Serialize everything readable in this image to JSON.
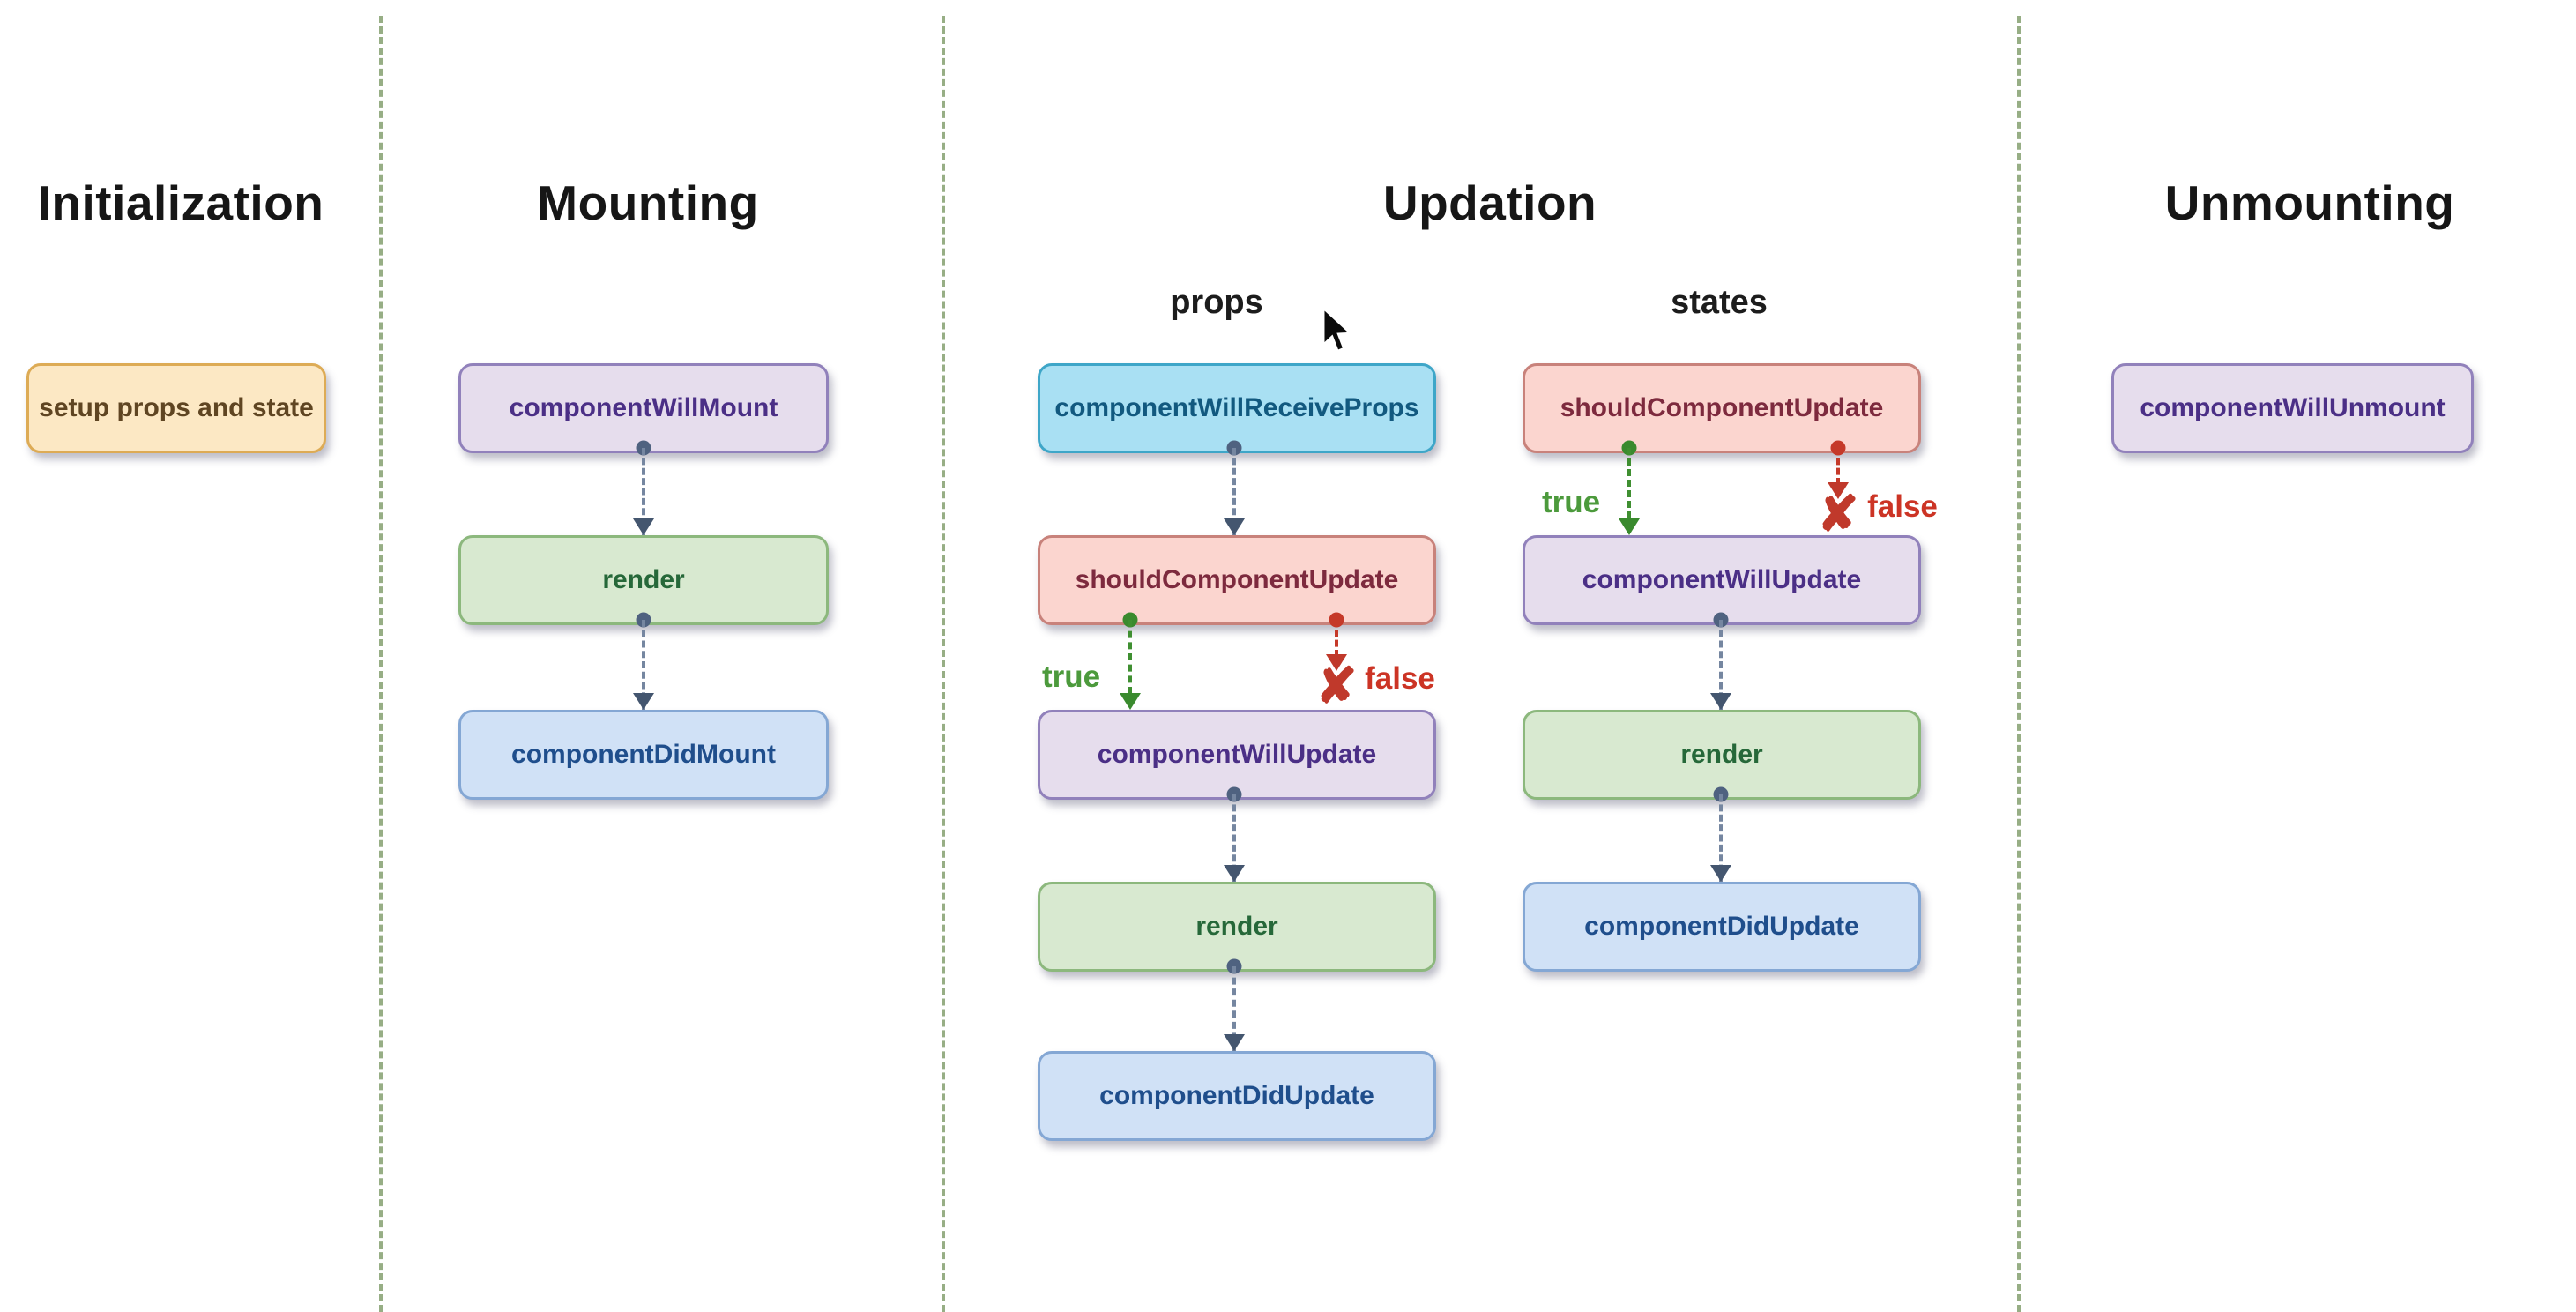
{
  "phases": {
    "initialization": {
      "title": "Initialization"
    },
    "mounting": {
      "title": "Mounting"
    },
    "updation": {
      "title": "Updation",
      "props_label": "props",
      "states_label": "states"
    },
    "unmounting": {
      "title": "Unmounting"
    }
  },
  "nodes": {
    "setup": "setup props and state",
    "componentWillMount": "componentWillMount",
    "render": "render",
    "componentDidMount": "componentDidMount",
    "componentWillReceiveProps": "componentWillReceiveProps",
    "shouldComponentUpdate": "shouldComponentUpdate",
    "componentWillUpdate": "componentWillUpdate",
    "componentDidUpdate": "componentDidUpdate",
    "componentWillUnmount": "componentWillUnmount"
  },
  "branch": {
    "true_label": "true",
    "false_label": "false",
    "x_mark": "✘"
  },
  "colors": {
    "background": "#ffffff",
    "divider_green": "#85a070",
    "node_orange_fill": "#fce8c4",
    "node_orange_border": "#ddab55",
    "node_purple_fill": "#e6dded",
    "node_purple_border": "#9181bb",
    "node_green_fill": "#d8e9d0",
    "node_green_border": "#8cb87d",
    "node_blue_fill": "#d0e1f6",
    "node_blue_border": "#84a7d4",
    "node_cyan_fill": "#a9e0f3",
    "node_cyan_border": "#3ea6c8",
    "node_salmon_fill": "#fbd5cf",
    "node_salmon_border": "#c8827b",
    "connector_slate": "#4f6280",
    "branch_true_green": "#3a8a2e",
    "branch_false_red": "#c0392b"
  }
}
